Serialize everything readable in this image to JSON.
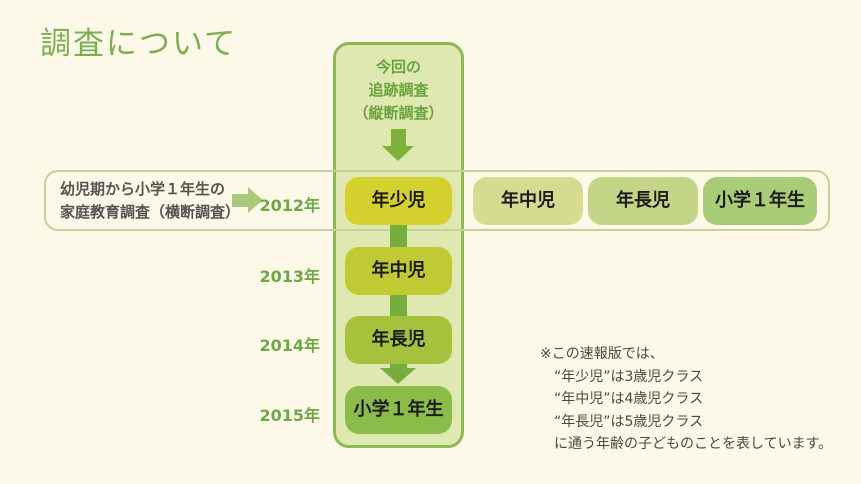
{
  "page": {
    "title": "調査について"
  },
  "longitudinal": {
    "header_line1": "今回の",
    "header_line2": "追跡調査",
    "header_line3": "（縦断調査）"
  },
  "cross_survey": {
    "label_line1": "幼児期から小学１年生の",
    "label_line2": "家庭教育調査（横断調査）"
  },
  "timeline": {
    "rows": [
      {
        "year": "2012年",
        "stage": "年少児"
      },
      {
        "year": "2013年",
        "stage": "年中児"
      },
      {
        "year": "2014年",
        "stage": "年長児"
      },
      {
        "year": "2015年",
        "stage": "小学１年生"
      }
    ],
    "cross_stages": [
      "年中児",
      "年長児",
      "小学１年生"
    ]
  },
  "note": {
    "lines": [
      "※この速報版では、",
      "“年少児”は3歳児クラス",
      "“年中児”は4歳児クラス",
      "“年長児”は5歳児クラス",
      "に通う年齢の子どものことを表しています。"
    ]
  },
  "colors": {
    "background": "#fcf9e9",
    "title_green": "#7cae52",
    "column_fill": "#e0e8b2",
    "column_border": "#8cba52",
    "column_header_text": "#68a43c",
    "row_border": "#c5d195",
    "row_label_text": "#565350",
    "year_text": "#6ea743",
    "flow_arrow": "#77ad3c",
    "block_arrow": "#a9c97b",
    "stage_vertical": [
      "#d4d02d",
      "#c1c933",
      "#a6c23c",
      "#8bbc4a"
    ],
    "stage_horizontal": [
      "#d6dc8f",
      "#c5d587",
      "#a9cc76"
    ],
    "note_text": "#4b4843"
  }
}
